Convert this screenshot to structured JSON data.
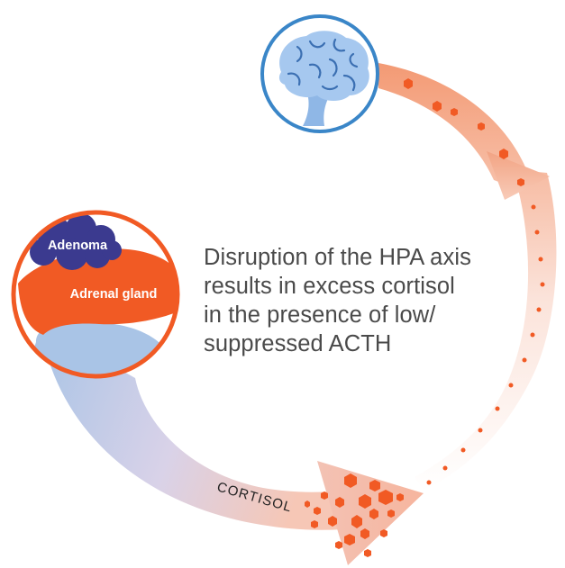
{
  "caption": {
    "lines": [
      "Disruption of the HPA axis",
      "results in excess cortisol",
      "in the presence of low/",
      "suppressed ACTH"
    ]
  },
  "adrenal": {
    "adenoma_label": "Adenoma",
    "gland_label": "Adrenal gland"
  },
  "arrow": {
    "label": "CORTISOL"
  },
  "icons": {
    "brain": "brain-icon"
  },
  "colors": {
    "orange": "#f15a24",
    "blue_ring": "#3a86c8",
    "adenoma_purple": "#3b3a8f",
    "brain_blue": "#9fc3ec",
    "caption_gray": "#4a4a4a"
  }
}
